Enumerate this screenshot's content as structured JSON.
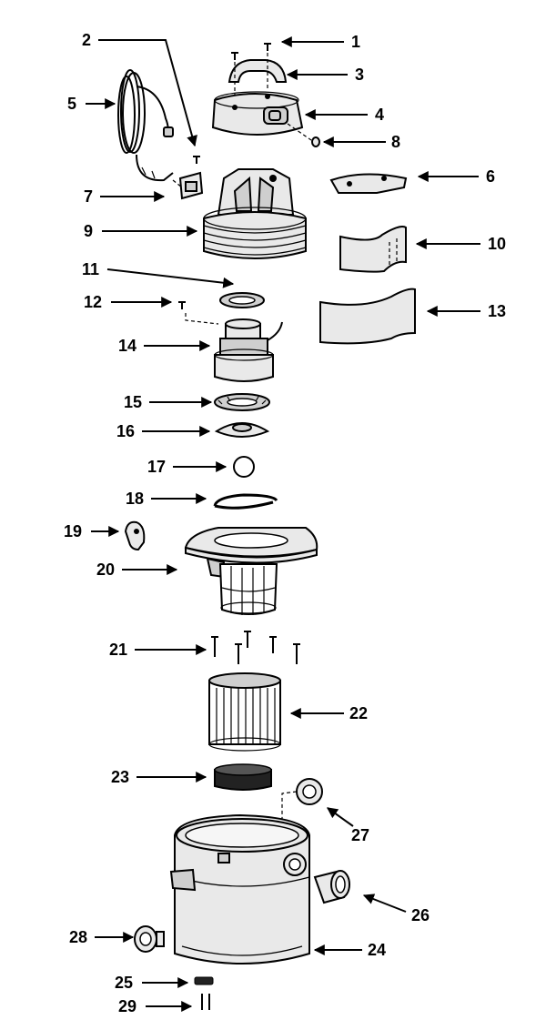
{
  "diagram": {
    "labels": [
      "1",
      "2",
      "3",
      "4",
      "5",
      "6",
      "7",
      "8",
      "9",
      "10",
      "11",
      "12",
      "13",
      "14",
      "15",
      "16",
      "17",
      "18",
      "19",
      "20",
      "21",
      "22",
      "23",
      "24",
      "25",
      "26",
      "27",
      "28",
      "29"
    ]
  },
  "colors": {
    "ink": "#000000",
    "part_fill": "#e9e9e9",
    "part_shade": "#cfcfcf",
    "background": "#ffffff"
  },
  "parts": {
    "p1": "screw",
    "p2": "screw",
    "p3": "handle",
    "p4": "motor-cover",
    "p5": "power-cord",
    "p6": "cover-plate",
    "p7": "switch",
    "p8": "screw",
    "p9": "motor-housing",
    "p10": "sound-baffle",
    "p11": "gasket",
    "p12": "screw",
    "p13": "muffler",
    "p14": "motor",
    "p15": "seal-ring",
    "p16": "float-cage-top",
    "p17": "float-ball",
    "p18": "retaining-ring",
    "p19": "latch",
    "p20": "lid-with-filter-cage",
    "p21": "screws",
    "p22": "cartridge-filter",
    "p23": "filter-retainer",
    "p24": "tank",
    "p25": "foot",
    "p26": "hose-adapter",
    "p27": "inlet-deflector",
    "p28": "drain-cap",
    "p29": "screws"
  }
}
